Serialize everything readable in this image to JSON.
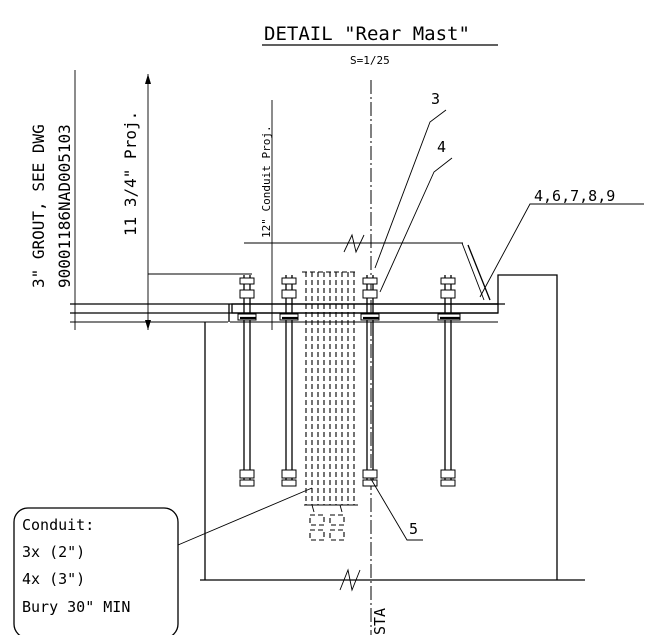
{
  "title": "DETAIL \"Rear Mast\"",
  "scale": "S=1/25",
  "dimensions": {
    "grout_line1": "3\" GROUT, SEE DWG",
    "grout_line2": "90001186NAD005103",
    "projection": "11 3/4\" Proj.",
    "conduit_projection": "12\" Conduit Proj."
  },
  "callouts": {
    "c3": "3",
    "c4": "4",
    "c46789": "4,6,7,8,9",
    "c5": "5"
  },
  "conduit_box": {
    "line1": "Conduit:",
    "line2": "3x (2\")",
    "line3": "4x (3\")",
    "line4": "Bury 30\" MIN"
  },
  "centerline_label": "STA"
}
